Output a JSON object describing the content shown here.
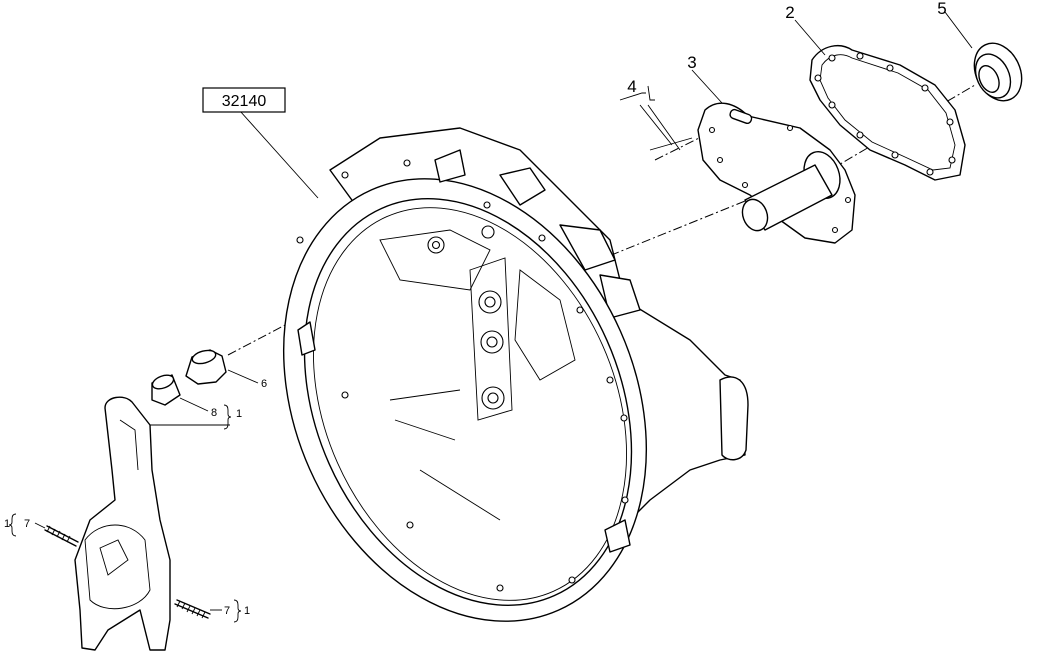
{
  "reference_box": "32140",
  "callouts": {
    "c2": "2",
    "c3": "3",
    "c4": "4",
    "c5": "5",
    "c6": "6",
    "c8": "8",
    "c7a": "7",
    "c7b": "7",
    "q8": "1",
    "q7a": "1",
    "q7b": "1"
  }
}
